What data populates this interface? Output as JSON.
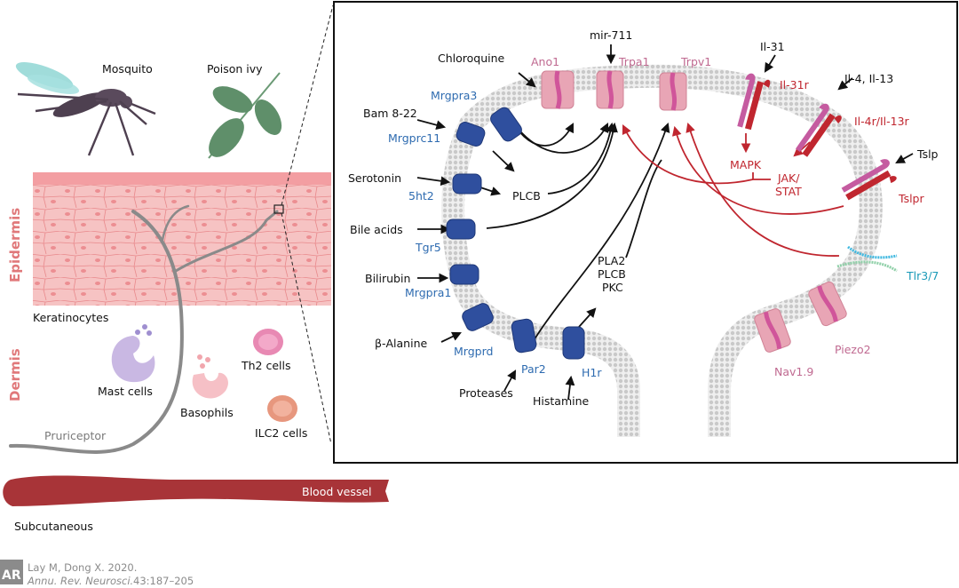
{
  "left_panel": {
    "stimuli": {
      "mosquito": "Mosquito",
      "poison_ivy": "Poison ivy"
    },
    "layers": {
      "epidermis": "Epidermis",
      "dermis": "Dermis"
    },
    "labels": {
      "keratinocytes": "Keratinocytes",
      "mast_cells": "Mast cells",
      "basophils": "Basophils",
      "th2_cells": "Th2 cells",
      "ilc2_cells": "ILC2 cells",
      "pruriceptor": "Pruriceptor",
      "blood_vessel": "Blood vessel",
      "subcutaneous": "Subcutaneous"
    }
  },
  "zoom_panel": {
    "ligands": {
      "chloroquine": "Chloroquine",
      "bam": "Bam 8-22",
      "serotonin": "Serotonin",
      "bile_acids": "Bile acids",
      "bilirubin": "Bilirubin",
      "beta_alanine": "β-Alanine",
      "proteases": "Proteases",
      "histamine": "Histamine",
      "mir711": "mir-711",
      "il31": "Il-31",
      "il4_il13": "Il-4, Il-13",
      "tslp": "Tslp"
    },
    "gpcr_receptors": {
      "mrgpra3": "Mrgpra3",
      "mrgprc11": "Mrgprc11",
      "5ht2": "5ht2",
      "tgr5": "Tgr5",
      "mrgpra1": "Mrgpra1",
      "mrgprd": "Mrgprd",
      "par2": "Par2",
      "h1r": "H1r"
    },
    "channels": {
      "ano1": "Ano1",
      "trpa1": "Trpa1",
      "trpv1": "Trpv1",
      "nav19": "Nav1.9",
      "piezo2": "Piezo2"
    },
    "cytokine_receptors": {
      "il31r": "Il-31r",
      "il4r_il13r": "Il-4r/Il-13r",
      "tslpr": "Tslpr",
      "tlr37": "Tlr3/7"
    },
    "signaling": {
      "plcb": "PLCB",
      "pla2": "PLA2",
      "plcb2": "PLCB",
      "pkc": "PKC",
      "mapk": "MAPK",
      "jak": "JAK/",
      "stat": "STAT"
    }
  },
  "citation": {
    "line1": "Lay M, Dong X. 2020.",
    "journal": "Annu. Rev. Neurosci.",
    "pages": "43:187–205",
    "logo": "AR"
  },
  "colors": {
    "gpcr_blue": "#2f4f9e",
    "channel_pink": "#e8a5b5",
    "cytokine_red": "#c0262f",
    "signal_red": "#c0262f",
    "epidermis_pink": "#f6c0c0",
    "vessel_red": "#a83438"
  }
}
